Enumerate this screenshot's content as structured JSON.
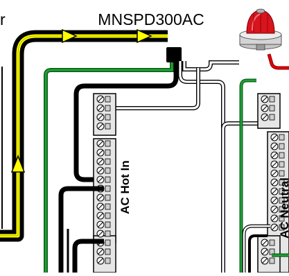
{
  "diagram": {
    "device_label": "MNSPD300AC",
    "cut_label_fragment": "r",
    "busbar_hot_label": "AC Hot In",
    "busbar_neutral_label": "AC Neutral"
  },
  "colors": {
    "wire_black": "#000000",
    "wire_yellow": "#ffff00",
    "wire_green": "#007a1e",
    "wire_red": "#e00000",
    "busbar_fill": "#e4e4e4",
    "terminal_fill": "#cfcfcf",
    "device_dome": "#d8141c"
  },
  "icons": {
    "device": "surge-protector-icon",
    "flow_arrows": "arrow-icon"
  }
}
